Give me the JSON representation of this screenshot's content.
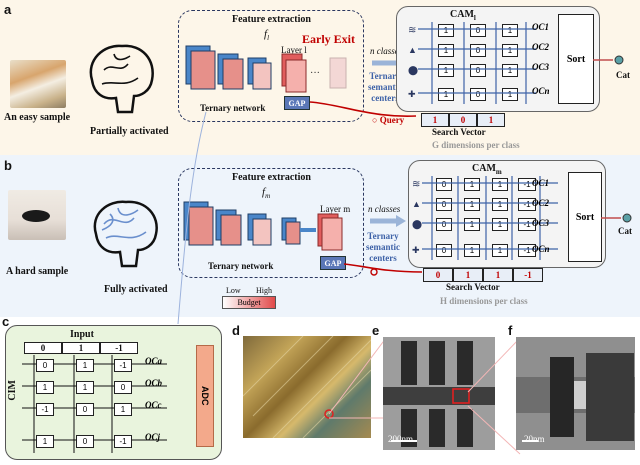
{
  "panels": {
    "a": {
      "letter": "a",
      "sample_label": "An easy sample",
      "brain_label": "Partially activated",
      "feature_title": "Feature extraction",
      "f_label": "f",
      "f_sub": "l",
      "layer_label": "Layer l",
      "early_exit": "Early Exit",
      "network_label": "Ternary network",
      "gap": "GAP",
      "n_classes": "n classes",
      "centers": [
        "Ternary",
        "semantic",
        "centers"
      ],
      "query": "Query",
      "cam_title": "CAM",
      "cam_sub": "l",
      "cam_rows": [
        [
          "1",
          "0",
          "1"
        ],
        [
          "1",
          "0",
          "1"
        ],
        [
          "1",
          "0",
          "1"
        ],
        [
          "1",
          "0",
          "1"
        ]
      ],
      "oc_labels": [
        "OC1",
        "OC2",
        "OC3",
        "OCn"
      ],
      "sort": "Sort",
      "result": "Cat",
      "search_vector": [
        "1",
        "0",
        "1"
      ],
      "search_vector_label": "Search Vector",
      "dims": "G dimensions per class"
    },
    "b": {
      "letter": "b",
      "sample_label": "A hard sample",
      "brain_label": "Fully activated",
      "feature_title": "Feature extraction",
      "f_label": "f",
      "f_sub": "m",
      "layer_label": "Layer m",
      "network_label": "Ternary network",
      "gap": "GAP",
      "n_classes": "n classes",
      "centers": [
        "Ternary",
        "semantic",
        "centers"
      ],
      "cam_title": "CAM",
      "cam_sub": "m",
      "cam_rows": [
        [
          "0",
          "1",
          "1",
          "-1"
        ],
        [
          "0",
          "1",
          "1",
          "-1"
        ],
        [
          "0",
          "1",
          "1",
          "-1"
        ],
        [
          "0",
          "1",
          "1",
          "-1"
        ]
      ],
      "oc_labels": [
        "OC1",
        "OC2",
        "OC3",
        "OCn"
      ],
      "sort": "Sort",
      "result": "Cat",
      "search_vector": [
        "0",
        "1",
        "1",
        "-1"
      ],
      "search_vector_label": "Search Vector",
      "dims": "H dimensions per class",
      "budget_low": "Low",
      "budget_high": "High",
      "budget": "Budget"
    },
    "c": {
      "letter": "c",
      "input": "Input",
      "input_values": [
        "0",
        "1",
        "-1"
      ],
      "cim": "CIM",
      "adc": "ADC",
      "rows": [
        [
          "0",
          "1",
          "-1"
        ],
        [
          "1",
          "1",
          "0"
        ],
        [
          "-1",
          "0",
          "1"
        ],
        [
          "1",
          "0",
          "-1"
        ]
      ],
      "oc_labels": [
        "OCa",
        "OCb",
        "OCc",
        "OCj"
      ]
    },
    "d": {
      "letter": "d"
    },
    "e": {
      "letter": "e",
      "scale": "200nm"
    },
    "f": {
      "letter": "f",
      "scale": "20nm"
    }
  },
  "colors": {
    "early_exit": "#c00000",
    "accent_blue": "#2a3760",
    "query": "#c00000"
  }
}
